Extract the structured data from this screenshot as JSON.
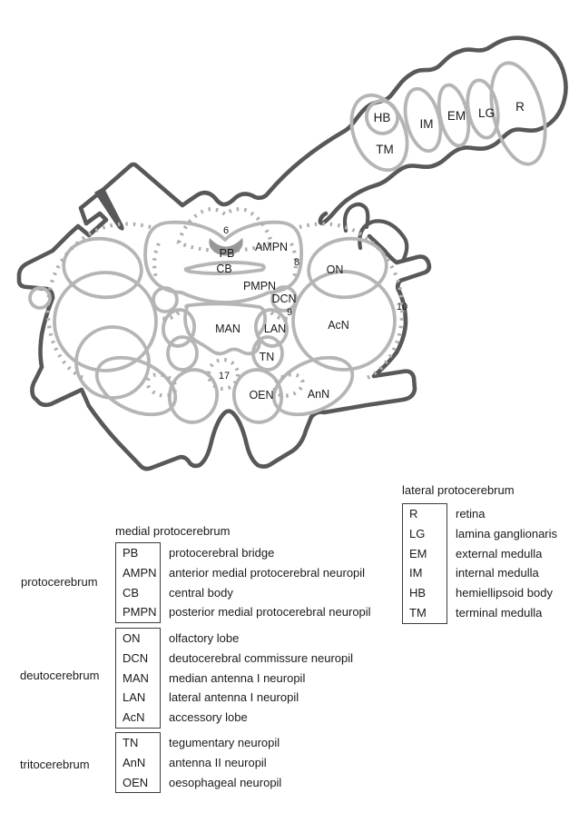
{
  "diagram": {
    "labels": {
      "n6": "6",
      "pb": "PB",
      "ampn": "AMPN",
      "n8": "8",
      "cb": "CB",
      "pmpn": "PMPN",
      "on": "ON",
      "dcn": "DCN",
      "n9": "9",
      "man": "MAN",
      "lan": "LAN",
      "acn": "AcN",
      "n10": "10",
      "tn": "TN",
      "n17": "17",
      "oen": "OEN",
      "ann": "AnN",
      "hb": "HB",
      "tm": "TM",
      "im": "IM",
      "em": "EM",
      "lg": "LG",
      "r": "R"
    },
    "colors": {
      "outline": "#58585a",
      "structure": "#b5b5b6",
      "dashed": "#aeaeae",
      "pb_fill": "#98989a",
      "text": "#1a1a1a"
    }
  },
  "legend": {
    "lateral": {
      "title": "lateral protocerebrum",
      "rows": [
        {
          "abbr": "R",
          "name": "retina"
        },
        {
          "abbr": "LG",
          "name": "lamina ganglionaris"
        },
        {
          "abbr": "EM",
          "name": "external medulla"
        },
        {
          "abbr": "IM",
          "name": "internal medulla"
        },
        {
          "abbr": "HB",
          "name": "hemiellipsoid body"
        },
        {
          "abbr": "TM",
          "name": "terminal medulla"
        }
      ]
    },
    "medial_title": "medial protocerebrum",
    "groups": [
      {
        "category": "protocerebrum",
        "rows": [
          {
            "abbr": "PB",
            "name": "protocerebral bridge"
          },
          {
            "abbr": "AMPN",
            "name": "anterior medial protocerebral neuropil"
          },
          {
            "abbr": "CB",
            "name": "central body"
          },
          {
            "abbr": "PMPN",
            "name": "posterior medial protocerebral neuropil"
          }
        ]
      },
      {
        "category": "deutocerebrum",
        "rows": [
          {
            "abbr": "ON",
            "name": "olfactory lobe"
          },
          {
            "abbr": "DCN",
            "name": "deutocerebral commissure neuropil"
          },
          {
            "abbr": "MAN",
            "name": "median antenna I neuropil"
          },
          {
            "abbr": "LAN",
            "name": "lateral antenna I neuropil"
          },
          {
            "abbr": "AcN",
            "name": "accessory lobe"
          }
        ]
      },
      {
        "category": "tritocerebrum",
        "rows": [
          {
            "abbr": "TN",
            "name": "tegumentary neuropil"
          },
          {
            "abbr": "AnN",
            "name": "antenna II neuropil"
          },
          {
            "abbr": "OEN",
            "name": "oesophageal neuropil"
          }
        ]
      }
    ]
  }
}
